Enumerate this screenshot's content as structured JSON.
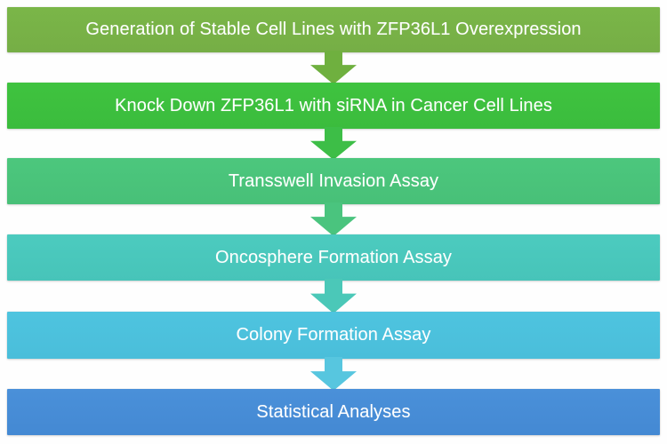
{
  "diagram": {
    "title": "ZFP36L1 Experimental Workflow Flowchart",
    "orientation": "vertical-top-to-bottom",
    "background_color": "#fefefe",
    "text_color": "#ffffff",
    "steps": [
      {
        "id": "step-1",
        "order": 1,
        "label": "Generation of Stable Cell Lines with ZFP36L1 Overexpression",
        "fill_color": "#7AB648",
        "fill_color_end": "#76AE46"
      },
      {
        "id": "step-2",
        "order": 2,
        "label": "Knock Down ZFP36L1 with siRNA in Cancer Cell Lines",
        "fill_color": "#3FC33F",
        "fill_color_end": "#3BBC3D"
      },
      {
        "id": "step-3",
        "order": 3,
        "label": "Transswell Invasion Assay",
        "fill_color": "#4CC77D",
        "fill_color_end": "#48C078"
      },
      {
        "id": "step-4",
        "order": 4,
        "label": "Oncosphere Formation Assay",
        "fill_color": "#4CCBBF",
        "fill_color_end": "#47C4B9"
      },
      {
        "id": "step-5",
        "order": 5,
        "label": "Colony Formation Assay",
        "fill_color": "#4EC4DF",
        "fill_color_end": "#4ABEDA"
      },
      {
        "id": "step-6",
        "order": 6,
        "label": "Statistical Analyses",
        "fill_color": "#4A90D9",
        "fill_color_end": "#4489D3"
      }
    ],
    "connectors": [
      {
        "id": "connector-1",
        "from": "step-1",
        "to": "step-2",
        "color": "#6FB03F",
        "icon": "down-arrow-icon"
      },
      {
        "id": "connector-2",
        "from": "step-2",
        "to": "step-3",
        "color": "#3DBE47",
        "icon": "down-arrow-icon"
      },
      {
        "id": "connector-3",
        "from": "step-3",
        "to": "step-4",
        "color": "#4AC47E",
        "icon": "down-arrow-icon"
      },
      {
        "id": "connector-4",
        "from": "step-4",
        "to": "step-5",
        "color": "#4BC8B8",
        "icon": "down-arrow-icon"
      },
      {
        "id": "connector-5",
        "from": "step-5",
        "to": "step-6",
        "color": "#57C6DF",
        "icon": "down-arrow-icon"
      }
    ]
  }
}
